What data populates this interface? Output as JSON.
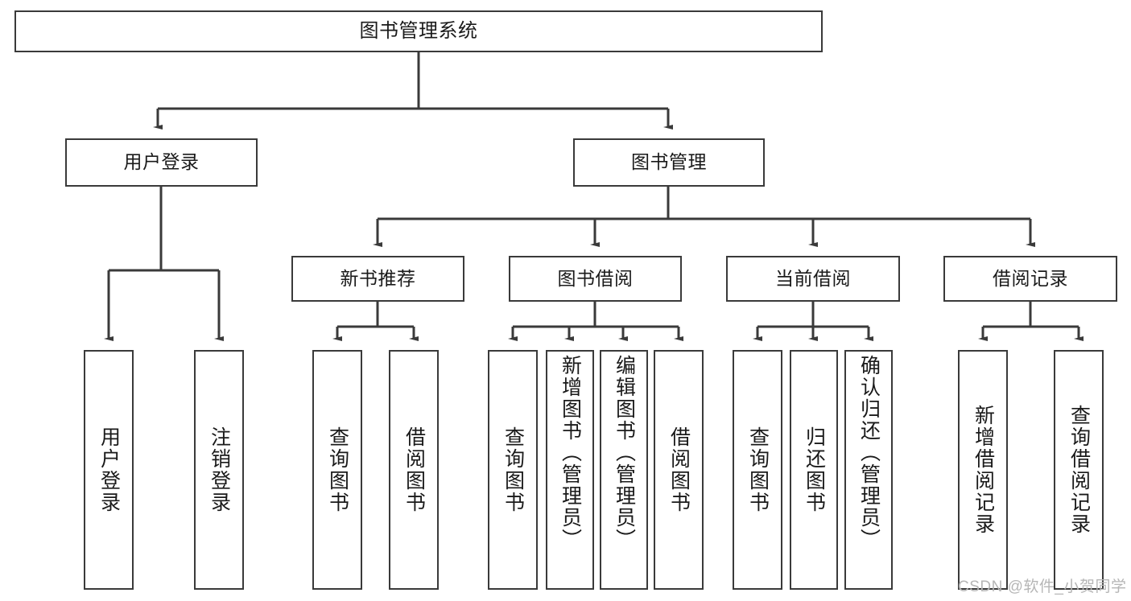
{
  "diagram": {
    "type": "tree-hierarchy",
    "title": "图书管理系统",
    "root": {
      "id": "root",
      "label": "图书管理系统",
      "orientation": "horizontal"
    },
    "level1": [
      {
        "id": "user-login",
        "label": "用户登录",
        "orientation": "horizontal"
      },
      {
        "id": "book-management",
        "label": "图书管理",
        "orientation": "horizontal"
      }
    ],
    "level2": [
      {
        "id": "new-book-recommend",
        "label": "新书推荐",
        "orientation": "horizontal",
        "parent": "book-management"
      },
      {
        "id": "book-borrow",
        "label": "图书借阅",
        "orientation": "horizontal",
        "parent": "book-management"
      },
      {
        "id": "current-borrow",
        "label": "当前借阅",
        "orientation": "horizontal",
        "parent": "book-management"
      },
      {
        "id": "borrow-record",
        "label": "借阅记录",
        "orientation": "horizontal",
        "parent": "book-management"
      }
    ],
    "leaves": [
      {
        "id": "leaf-user-login",
        "label": "用户登录",
        "parent": "user-login",
        "align": "centered"
      },
      {
        "id": "leaf-user-logout",
        "label": "注销登录",
        "parent": "user-login",
        "align": "centered"
      },
      {
        "id": "leaf-query-book-1",
        "label": "查询图书",
        "parent": "new-book-recommend",
        "align": "centered"
      },
      {
        "id": "leaf-borrow-book-1",
        "label": "借阅图书",
        "parent": "new-book-recommend",
        "align": "centered"
      },
      {
        "id": "leaf-query-book-2",
        "label": "查询图书",
        "parent": "book-borrow",
        "align": "centered"
      },
      {
        "id": "leaf-add-book",
        "label": "新增图书（管理员）",
        "parent": "book-borrow",
        "align": "top"
      },
      {
        "id": "leaf-edit-book",
        "label": "编辑图书（管理员）",
        "parent": "book-borrow",
        "align": "top"
      },
      {
        "id": "leaf-borrow-book-2",
        "label": "借阅图书",
        "parent": "book-borrow",
        "align": "centered"
      },
      {
        "id": "leaf-query-book-3",
        "label": "查询图书",
        "parent": "current-borrow",
        "align": "centered"
      },
      {
        "id": "leaf-return-book",
        "label": "归还图书",
        "parent": "current-borrow",
        "align": "centered"
      },
      {
        "id": "leaf-confirm-return",
        "label": "确认归还（管理员）",
        "parent": "current-borrow",
        "align": "top"
      },
      {
        "id": "leaf-add-record",
        "label": "新增借阅记录",
        "parent": "borrow-record",
        "align": "centered"
      },
      {
        "id": "leaf-query-record",
        "label": "查询借阅记录",
        "parent": "borrow-record",
        "align": "centered"
      }
    ]
  },
  "watermark": {
    "text": "CSDN @软件_小贺同学"
  },
  "colors": {
    "border": "#3a3a3a",
    "background": "#ffffff",
    "text": "#1a1a1a",
    "watermark": "#b6b6b6"
  }
}
